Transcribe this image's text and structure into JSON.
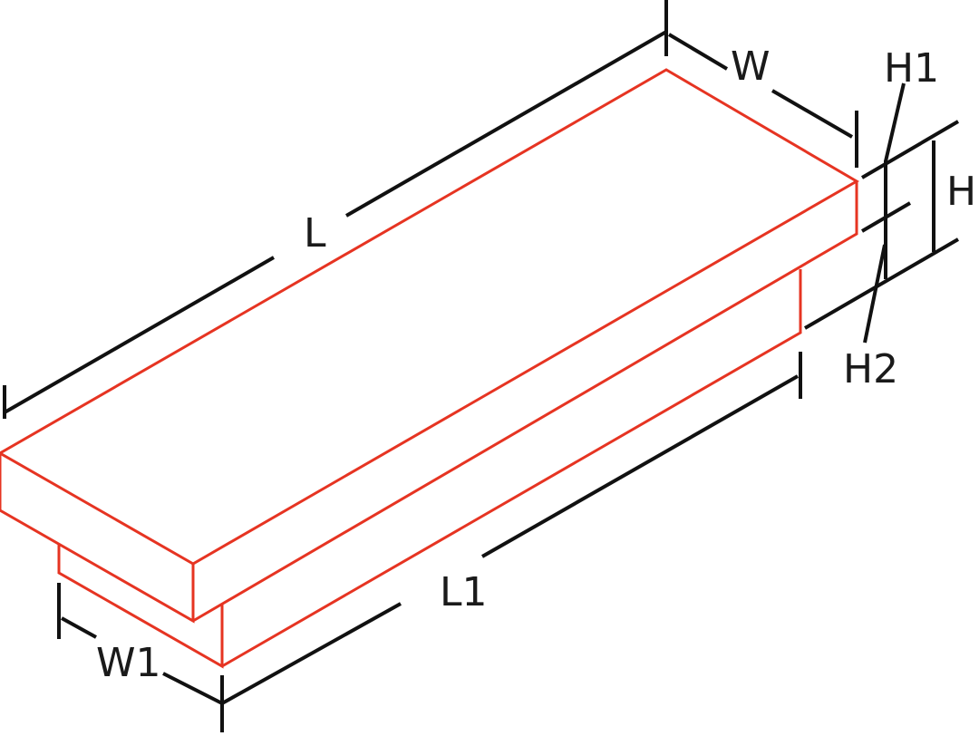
{
  "diagram": {
    "labels": {
      "L": "L",
      "W": "W",
      "H": "H",
      "H1": "H1",
      "H2": "H2",
      "L1": "L1",
      "W1": "W1"
    },
    "colors": {
      "outline": "#e63422",
      "dimension": "#111111"
    }
  }
}
